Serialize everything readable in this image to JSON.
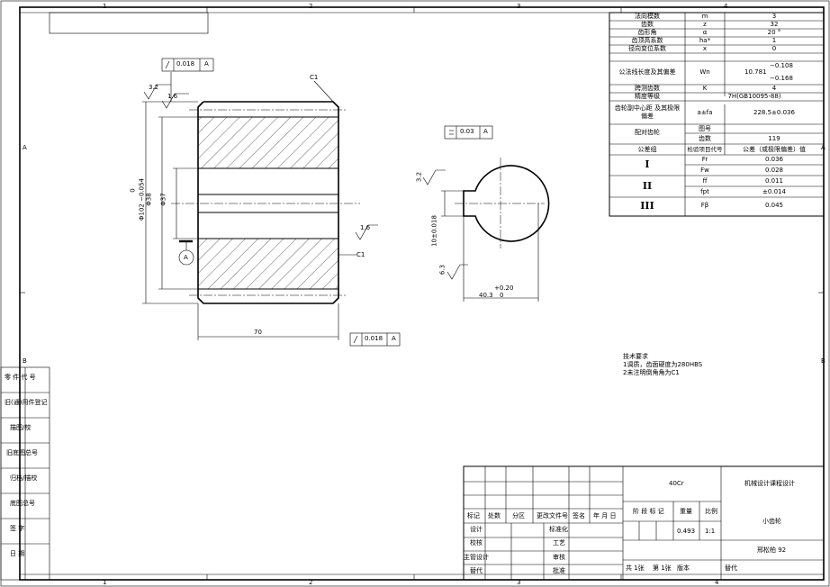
{
  "frame": {
    "zones_top": [
      "1",
      "2",
      "3",
      "4"
    ],
    "zones_bottom": [
      "1",
      "2",
      "3",
      "4"
    ],
    "zones_left": [
      "A",
      "B"
    ],
    "zones_right": [
      "A",
      "B"
    ]
  },
  "param_table": {
    "rows": [
      {
        "name": "法向模数",
        "sym": "m",
        "val": "3"
      },
      {
        "name": "齿数",
        "sym": "z",
        "val": "32"
      },
      {
        "name": "齿形角",
        "sym": "α",
        "val": "20 °"
      },
      {
        "name": "齿顶高系数",
        "sym": "ha*",
        "val": "1"
      },
      {
        "name": "径向变位系数",
        "sym": "x",
        "val": "0"
      },
      {
        "name": "公法线长度及其偏差",
        "sym": "Wn",
        "val": "10.781",
        "tol_upper": "−0.108",
        "tol_lower": "−0.168"
      },
      {
        "name": "跨测齿数",
        "sym": "K",
        "val": "4"
      },
      {
        "name": "精度等级",
        "sym": "",
        "val": "7H(GB10095-88)"
      },
      {
        "name": "齿轮副中心距 及其极限偏差",
        "sym": "a±fa",
        "val": "228.5±0.036"
      },
      {
        "name": "配对齿轮",
        "sym": "图号",
        "val": ""
      },
      {
        "name": "",
        "sym": "齿数",
        "val": "119"
      }
    ],
    "group_header": {
      "col1": "公差组",
      "col2": "检验项目代号",
      "col3": "公差（或极限偏差）值"
    },
    "groups": [
      {
        "label": "I",
        "items": [
          {
            "code": "Fr",
            "val": "0.036"
          },
          {
            "code": "Fw",
            "val": "0.028"
          }
        ]
      },
      {
        "label": "II",
        "items": [
          {
            "code": "ff",
            "val": "0.011"
          },
          {
            "code": "fpt",
            "val": "±0.014"
          }
        ]
      },
      {
        "label": "III",
        "items": [
          {
            "code": "Fβ",
            "val": "0.045"
          }
        ]
      }
    ]
  },
  "drawing": {
    "gdt_top": {
      "tol": "0.018",
      "datum": "A"
    },
    "gdt_bottom": {
      "tol": "0.018",
      "datum": "A"
    },
    "gdt_key": {
      "tol": "0.03",
      "datum": "A"
    },
    "dim_outer": "Φ102 −0.054",
    "dim_outer_upper": "0",
    "dim_bore": "Φ37",
    "dim_hub": "Φ38",
    "dim_width": "70",
    "dim_key_depth": "40.3",
    "dim_key_depth_tol_upper": "+0.20",
    "dim_key_depth_tol_lower": "0",
    "dim_key_width": "10±0.018",
    "chamfer_top": "C1",
    "chamfer_bottom": "C1",
    "rough_1": "3.2",
    "rough_2": "1.6",
    "rough_3": "1.6",
    "rough_4": "3.2",
    "rough_5": "6.3",
    "datum_label": "A"
  },
  "notes": {
    "title": "技术要求",
    "lines": [
      "1调质，齿面硬度为280HBS",
      "2未注明倒角角为C1"
    ]
  },
  "title_block": {
    "material": "40Cr",
    "course": "机械设计课程设计",
    "part_name": "小齿轮",
    "school": "邢松柏  92",
    "stage_label": "阶 段 标 记",
    "weight_label": "重量",
    "scale_label": "比例",
    "weight": "0.493",
    "scale": "1:1",
    "sheets_total": "共 1张",
    "sheet_no": "第 1张",
    "version": "版本",
    "replace": "替代",
    "headers": [
      "标记",
      "处数",
      "分区",
      "更改文件号",
      "签名",
      "年 月 日"
    ],
    "roles_left": [
      "设计",
      "校核",
      "主管设计",
      "替代"
    ],
    "roles_right": [
      "标准化",
      "工艺",
      "审核",
      "批准"
    ]
  },
  "left_strip": [
    "零 件 代 号",
    "旧(通)用件登记",
    "描图/校",
    "旧底图总号",
    "归档/描校",
    "底图总号",
    "签 字",
    "日 期"
  ]
}
